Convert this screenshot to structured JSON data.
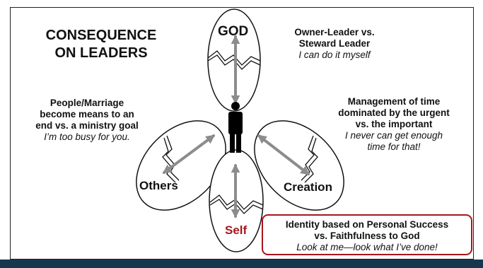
{
  "title": {
    "line1": "CONSEQUENCE",
    "line2": "ON LEADERS"
  },
  "god": {
    "label": "GOD",
    "line1": "Owner-Leader vs.",
    "line2": "Steward Leader",
    "quote": "I can do it myself"
  },
  "others": {
    "label": "Others",
    "line1": "People/Marriage",
    "line2": "become means to an",
    "line3": "end vs. a ministry goal",
    "quote": "I’m too busy for you."
  },
  "creation": {
    "label": "Creation",
    "line1": "Management of time",
    "line2": "dominated by the urgent",
    "line3": "vs. the important",
    "quote1": "I never can get enough",
    "quote2": "time for that!"
  },
  "self": {
    "label": "Self",
    "line1": "Identity based on Personal Success",
    "line2": "vs. Faithfulness to God",
    "quote": "Look at me—look what I’ve done!"
  },
  "colors": {
    "self_red": "#a8161b",
    "arrow_gray": "#8c8c8c",
    "bottom_bar": "#17374f"
  }
}
